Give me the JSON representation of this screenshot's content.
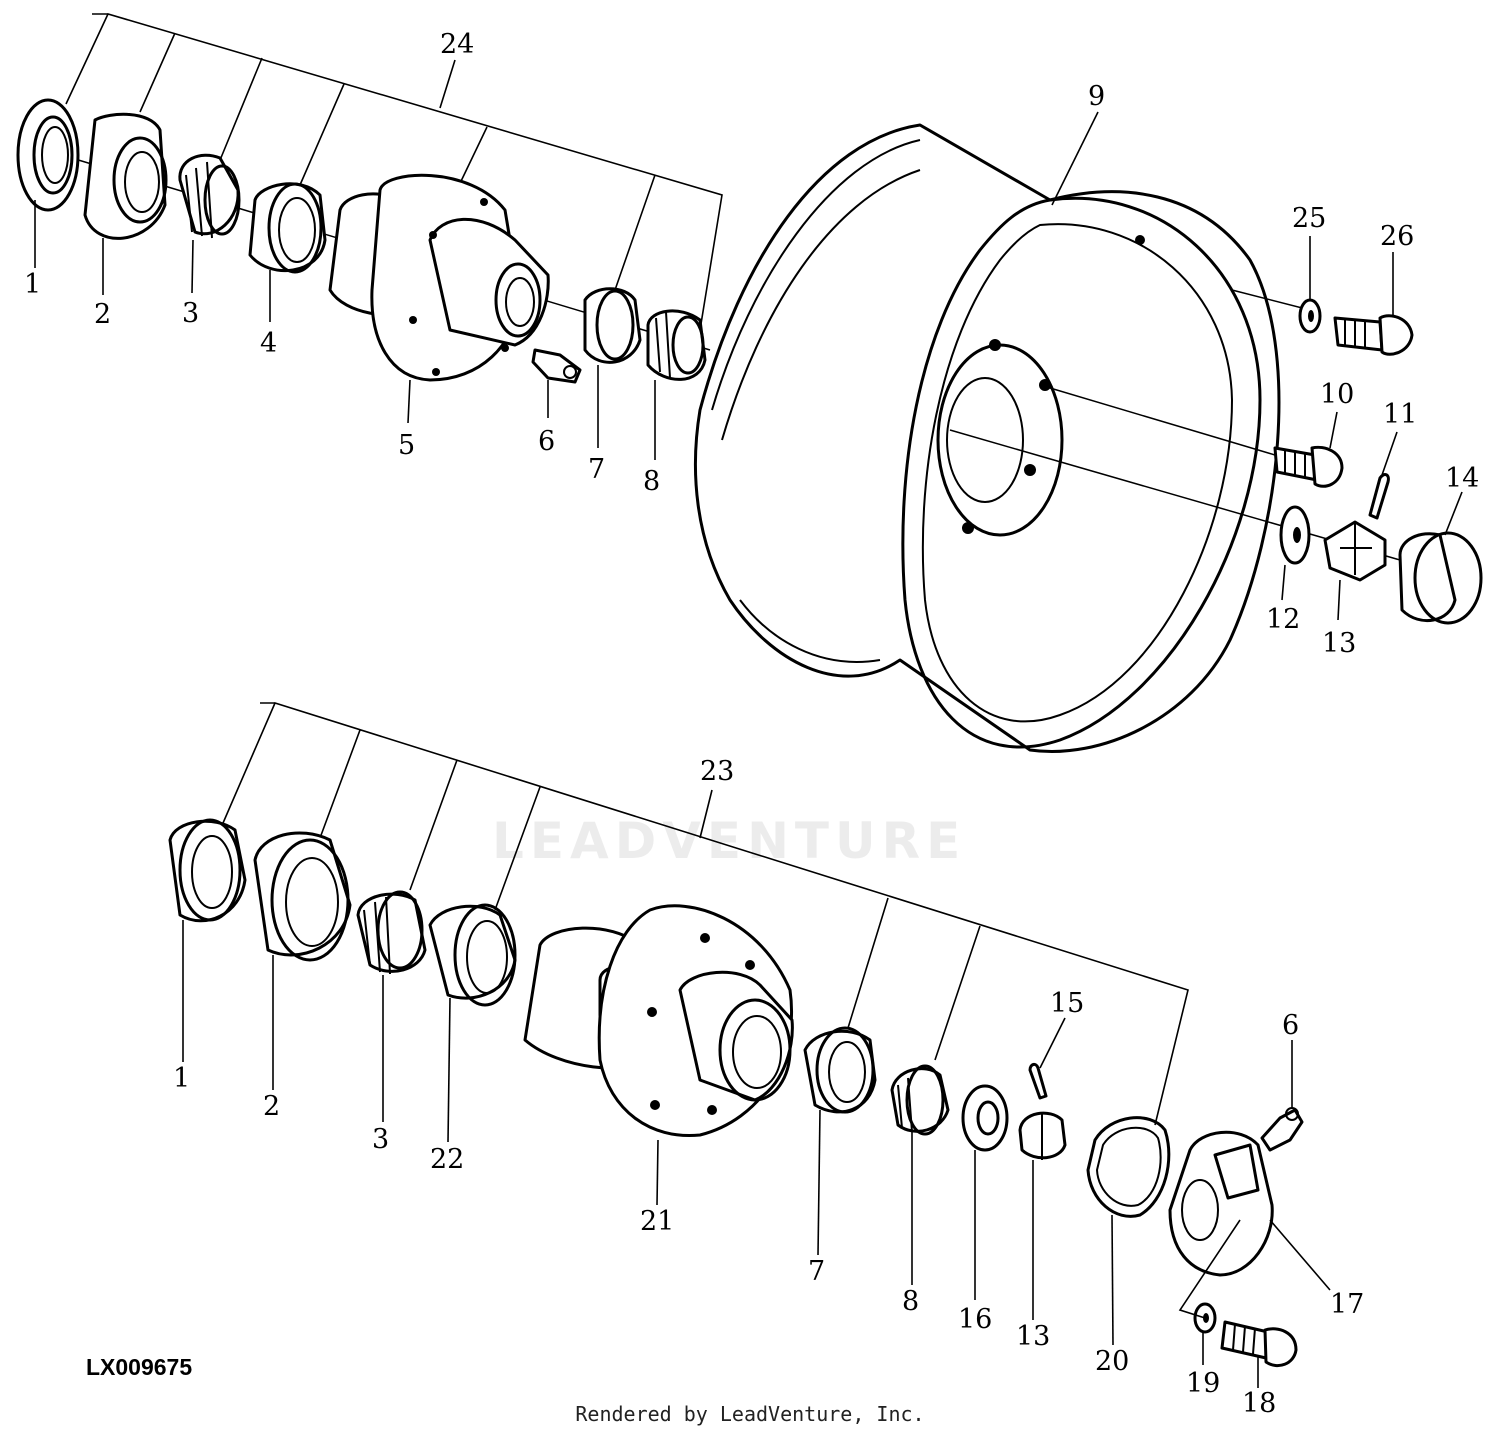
{
  "diagram": {
    "figure_id": "LX009675",
    "credit": "Rendered by LeadVenture, Inc.",
    "watermark": "LEADVENTURE",
    "callouts": {
      "upper": [
        "1",
        "2",
        "3",
        "4",
        "5",
        "6",
        "7",
        "8",
        "9",
        "10",
        "11",
        "12",
        "13",
        "14",
        "24",
        "25",
        "26"
      ],
      "lower": [
        "1",
        "2",
        "3",
        "22",
        "21",
        "7",
        "8",
        "16",
        "13",
        "15",
        "20",
        "6",
        "17",
        "19",
        "18",
        "23"
      ]
    },
    "colors": {
      "ink": "#000000",
      "paper": "#ffffff"
    }
  }
}
